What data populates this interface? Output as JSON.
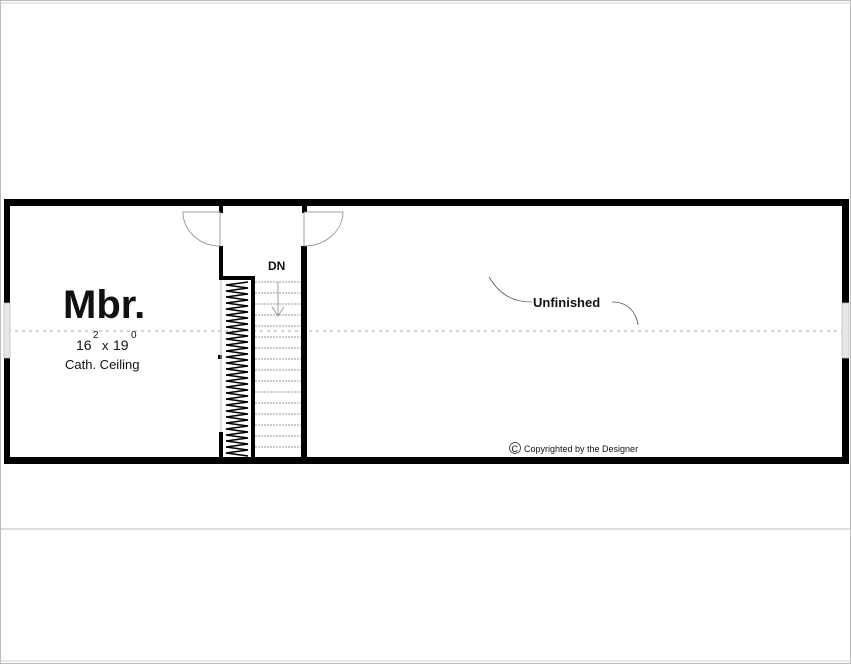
{
  "rooms": {
    "master_bedroom": {
      "name": "Mbr.",
      "width_ft": "16",
      "width_in": "2",
      "by": "x",
      "length_ft": "19",
      "length_in": "0",
      "ceiling": "Cath. Ceiling"
    },
    "unfinished": {
      "label": "Unfinished"
    }
  },
  "stairs": {
    "direction_label": "DN"
  },
  "copyright": {
    "symbol": "C",
    "text": "Copyrighted by the Designer"
  }
}
